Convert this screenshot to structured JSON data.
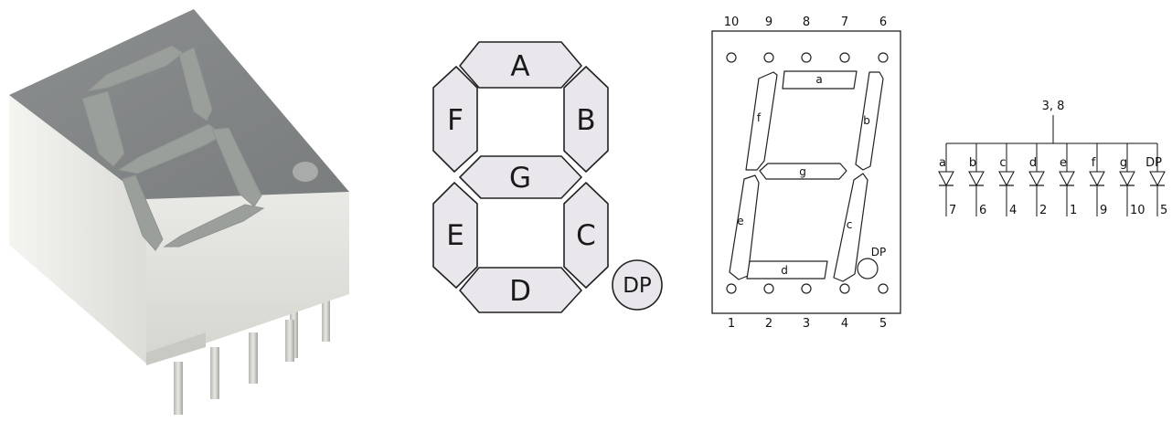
{
  "segment_diagram": {
    "segments": [
      "A",
      "B",
      "C",
      "D",
      "E",
      "F",
      "G"
    ],
    "decimal_point": "DP",
    "colors": {
      "segment_fill": "#e9e6ec",
      "stroke": "#222222"
    }
  },
  "pinout": {
    "top_pins": [
      "10",
      "9",
      "8",
      "7",
      "6"
    ],
    "bottom_pins": [
      "1",
      "2",
      "3",
      "4",
      "5"
    ],
    "segment_labels": {
      "a": "a",
      "b": "b",
      "c": "c",
      "d": "d",
      "e": "e",
      "f": "f",
      "g": "g",
      "dp": "DP"
    }
  },
  "schematic": {
    "common_label": "3, 8",
    "diodes": [
      {
        "segment": "a",
        "pin": "7"
      },
      {
        "segment": "b",
        "pin": "6"
      },
      {
        "segment": "c",
        "pin": "4"
      },
      {
        "segment": "d",
        "pin": "2"
      },
      {
        "segment": "e",
        "pin": "1"
      },
      {
        "segment": "f",
        "pin": "9"
      },
      {
        "segment": "g",
        "pin": "10"
      },
      {
        "segment": "DP",
        "pin": "5"
      }
    ]
  },
  "photo": {
    "icon": "seven-segment-display-photo",
    "colors": {
      "face": "#838687",
      "segment": "#9a9e9b",
      "body": "#e2e2dd",
      "pin": "#c9c9c4"
    }
  }
}
